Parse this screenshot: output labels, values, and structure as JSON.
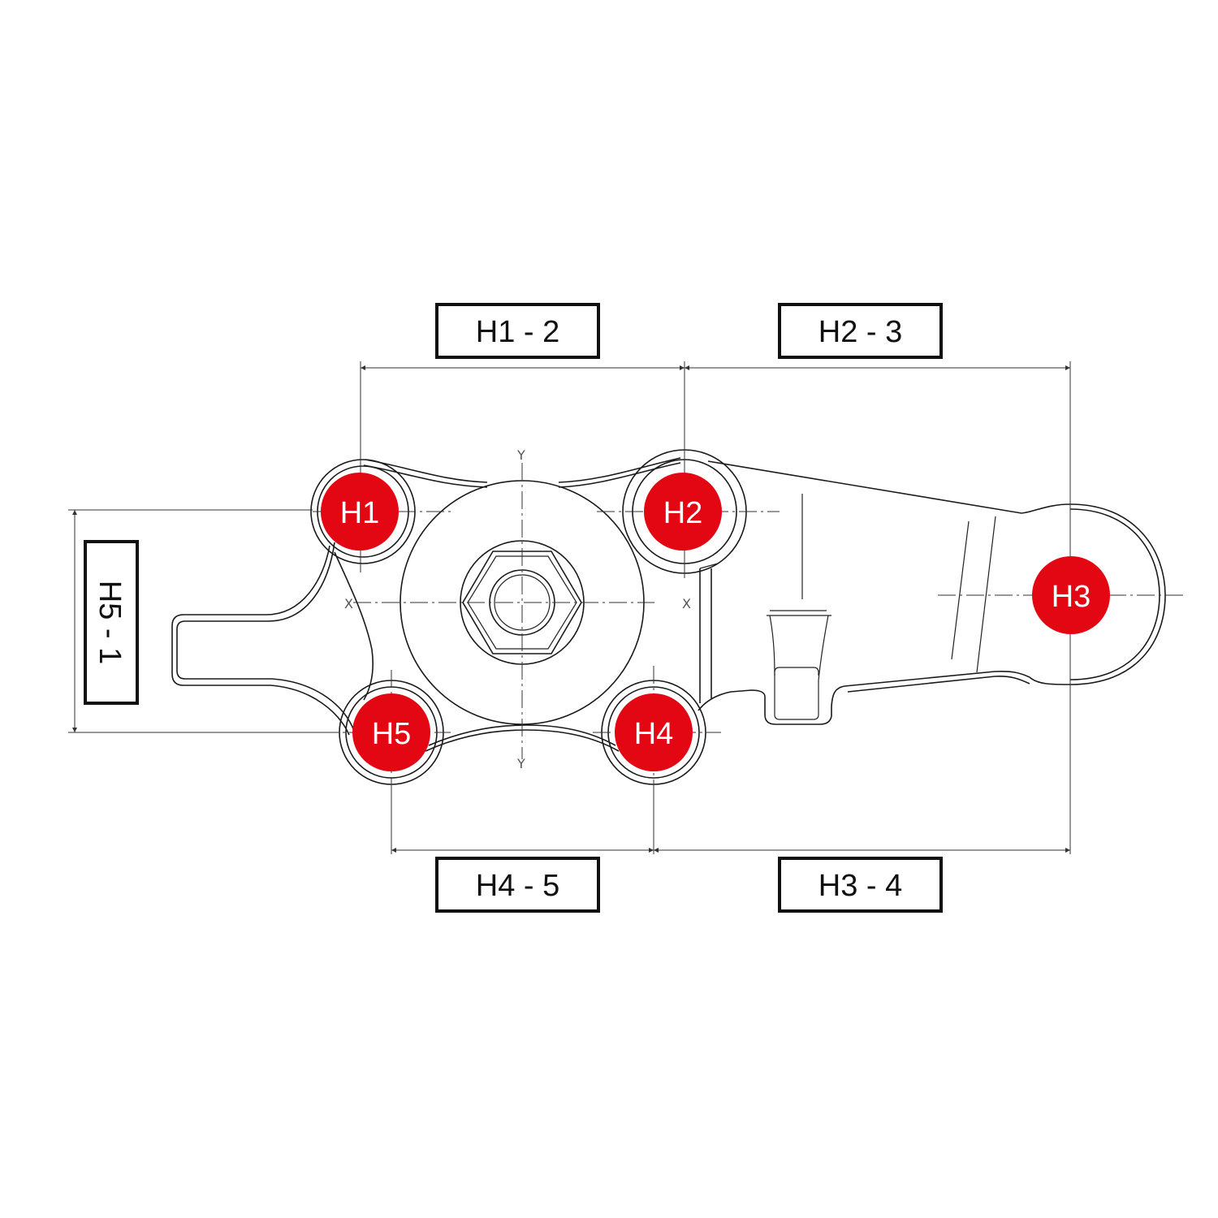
{
  "holes": [
    {
      "id": "h1",
      "label": "H1",
      "color": "#e30613"
    },
    {
      "id": "h2",
      "label": "H2",
      "color": "#e30613"
    },
    {
      "id": "h3",
      "label": "H3",
      "color": "#e30613"
    },
    {
      "id": "h4",
      "label": "H4",
      "color": "#e30613"
    },
    {
      "id": "h5",
      "label": "H5",
      "color": "#e30613"
    }
  ],
  "dimensions": {
    "h1_2": "H1 - 2",
    "h2_3": "H2 - 3",
    "h4_5": "H4 - 5",
    "h3_4": "H3 - 4",
    "h5_1": "H5 - 1"
  },
  "axis_marks": {
    "x": "X",
    "y": "Y"
  }
}
